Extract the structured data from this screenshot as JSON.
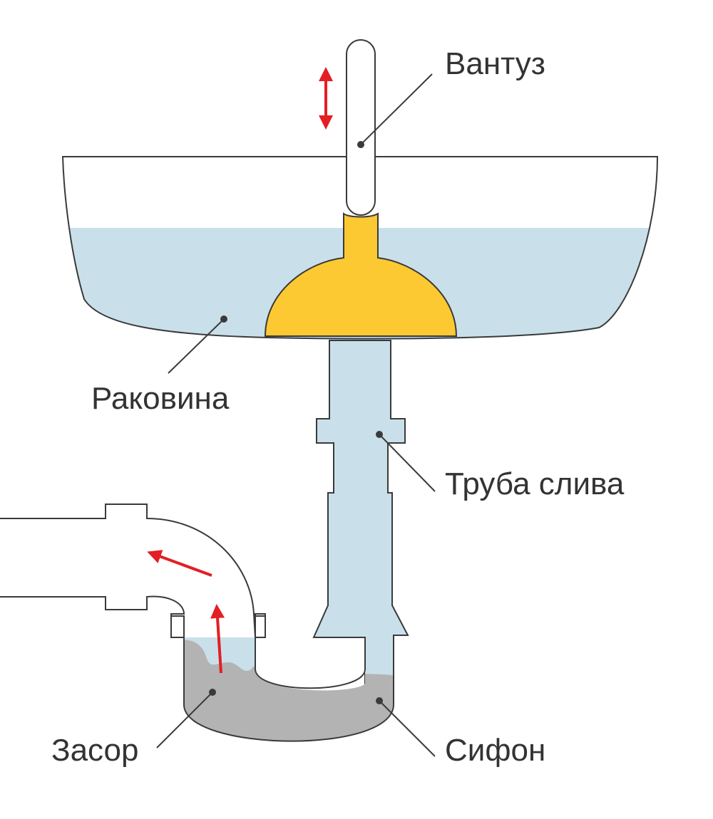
{
  "labels": {
    "plunger": "Вантуз",
    "sink": "Раковина",
    "drain_pipe": "Труба слива",
    "clog": "Засор",
    "siphon": "Сифон"
  },
  "colors": {
    "water": "#c9e0ea",
    "clog": "#b3b3b3",
    "plunger_cup": "#fdc932",
    "outline": "#3a3a3a",
    "arrow": "#e31e24",
    "text": "#333333"
  }
}
